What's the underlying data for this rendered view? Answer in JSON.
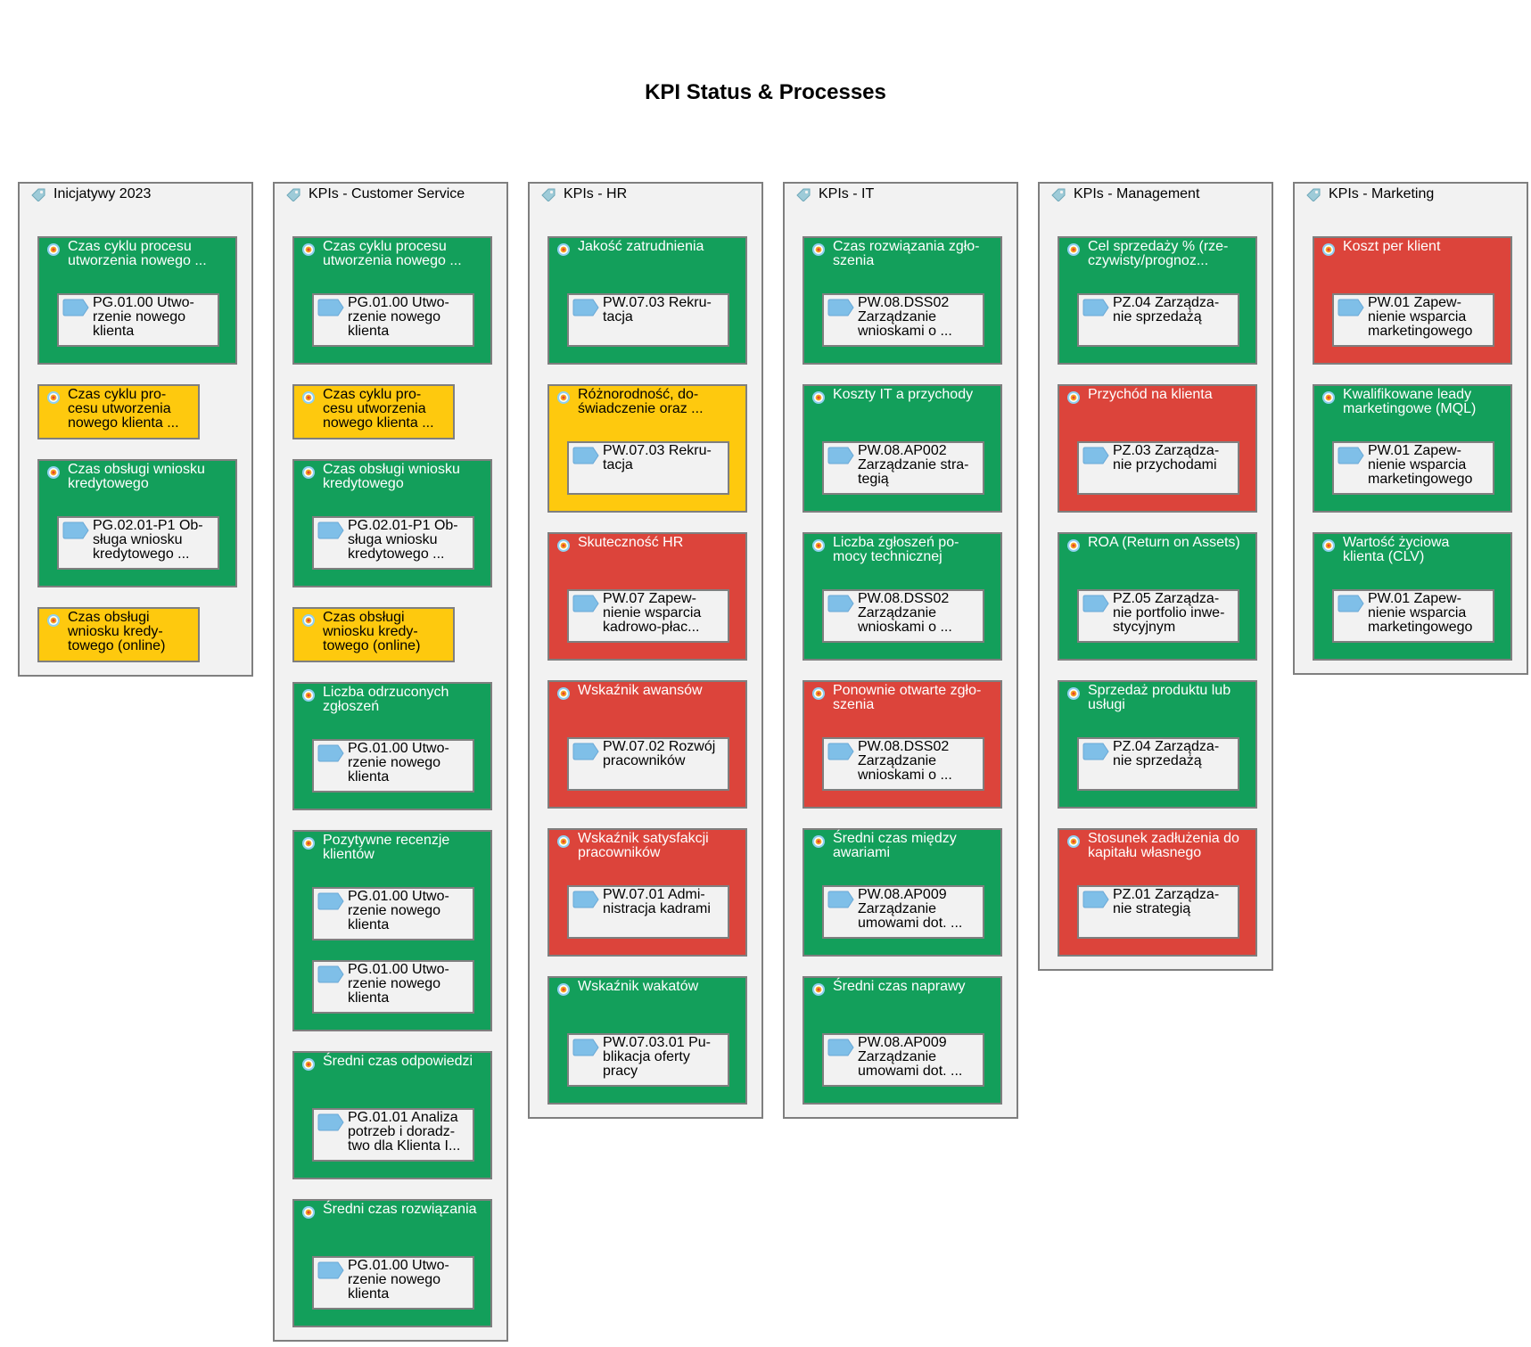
{
  "title": "KPI Status & Processes",
  "colors": {
    "green": "#139f5b",
    "red": "#dc443b",
    "yellow": "#fec90e",
    "box": "#f2f2f2",
    "border": "#7f7f7f",
    "process_icon": "#7fbfe8"
  },
  "icons": {
    "column": "tag-icon",
    "kpi": "target-icon",
    "process": "process-arrow-icon"
  },
  "columns": [
    {
      "name": "Inicjatywy 2023",
      "kpis": [
        {
          "title": "Czas cyklu procesu\nutworzenia nowego ...",
          "status": "green",
          "processes": [
            "PG.01.00 Utwo-\nrzenie nowego\nklienta"
          ]
        },
        {
          "title": "Czas cyklu pro-\ncesu utworzenia\nnowego klienta ...",
          "status": "yellow",
          "processes": []
        },
        {
          "title": "Czas obsługi wniosku\nkredytowego",
          "status": "green",
          "processes": [
            "PG.02.01-P1 Ob-\nsługa wniosku\nkredytowego ..."
          ]
        },
        {
          "title": "Czas obsługi\nwniosku kredy-\ntowego (online)",
          "status": "yellow",
          "processes": []
        }
      ]
    },
    {
      "name": "KPIs - Customer Service",
      "kpis": [
        {
          "title": "Czas cyklu procesu\nutworzenia nowego ...",
          "status": "green",
          "processes": [
            "PG.01.00 Utwo-\nrzenie nowego\nklienta"
          ]
        },
        {
          "title": "Czas cyklu pro-\ncesu utworzenia\nnowego klienta ...",
          "status": "yellow",
          "processes": []
        },
        {
          "title": "Czas obsługi wniosku\nkredytowego",
          "status": "green",
          "processes": [
            "PG.02.01-P1 Ob-\nsługa wniosku\nkredytowego ..."
          ]
        },
        {
          "title": "Czas obsługi\nwniosku kredy-\ntowego (online)",
          "status": "yellow",
          "processes": []
        },
        {
          "title": "Liczba odrzuconych\nzgłoszeń",
          "status": "green",
          "processes": [
            "PG.01.00 Utwo-\nrzenie nowego\nklienta"
          ]
        },
        {
          "title": "Pozytywne recenzje\nklientów",
          "status": "green",
          "processes": [
            "PG.01.00 Utwo-\nrzenie nowego\nklienta",
            "PG.01.00 Utwo-\nrzenie nowego\nklienta"
          ]
        },
        {
          "title": "Średni czas odpowiedzi",
          "status": "green",
          "processes": [
            "PG.01.01 Analiza\npotrzeb i doradz-\ntwo dla Klienta I..."
          ]
        },
        {
          "title": "Średni czas rozwiązania",
          "status": "green",
          "processes": [
            "PG.01.00 Utwo-\nrzenie nowego\nklienta"
          ]
        }
      ]
    },
    {
      "name": "KPIs - HR",
      "kpis": [
        {
          "title": "Jakość zatrudnienia",
          "status": "green",
          "processes": [
            "PW.07.03 Rekru-\ntacja"
          ]
        },
        {
          "title": "Różnorodność, do-\nświadczenie oraz ...",
          "status": "yellow",
          "processes": [
            "PW.07.03 Rekru-\ntacja"
          ]
        },
        {
          "title": "Skuteczność HR",
          "status": "red",
          "processes": [
            "PW.07 Zapew-\nnienie wsparcia\nkadrowo-płac..."
          ]
        },
        {
          "title": "Wskaźnik awansów",
          "status": "red",
          "processes": [
            "PW.07.02 Rozwój\npracowników"
          ]
        },
        {
          "title": "Wskaźnik satysfakcji\npracowników",
          "status": "red",
          "processes": [
            "PW.07.01 Admi-\nnistracja kadrami"
          ]
        },
        {
          "title": "Wskaźnik wakatów",
          "status": "green",
          "processes": [
            "PW.07.03.01 Pu-\nblikacja oferty\npracy"
          ]
        }
      ]
    },
    {
      "name": "KPIs - IT",
      "kpis": [
        {
          "title": "Czas rozwiązania zgło-\nszenia",
          "status": "green",
          "processes": [
            "PW.08.DSS02\nZarządzanie\nwnioskami o ..."
          ]
        },
        {
          "title": "Koszty IT a przychody",
          "status": "green",
          "processes": [
            "PW.08.AP002\nZarządzanie stra-\ntegią"
          ]
        },
        {
          "title": "Liczba zgłoszeń po-\nmocy technicznej",
          "status": "green",
          "processes": [
            "PW.08.DSS02\nZarządzanie\nwnioskami o ..."
          ]
        },
        {
          "title": "Ponownie otwarte zgło-\nszenia",
          "status": "red",
          "processes": [
            "PW.08.DSS02\nZarządzanie\nwnioskami o ..."
          ]
        },
        {
          "title": "Średni czas między\nawariami",
          "status": "green",
          "processes": [
            "PW.08.AP009\nZarządzanie\numowami dot. ..."
          ]
        },
        {
          "title": "Średni czas naprawy",
          "status": "green",
          "processes": [
            "PW.08.AP009\nZarządzanie\numowami dot. ..."
          ]
        }
      ]
    },
    {
      "name": "KPIs - Management",
      "kpis": [
        {
          "title": "Cel sprzedaży % (rze-\nczywisty/prognoz...",
          "status": "green",
          "processes": [
            "PZ.04 Zarządza-\nnie sprzedażą"
          ]
        },
        {
          "title": "Przychód na klienta",
          "status": "red",
          "processes": [
            "PZ.03 Zarządza-\nnie przychodami"
          ]
        },
        {
          "title": "ROA (Return on Assets)",
          "status": "green",
          "processes": [
            "PZ.05 Zarządza-\nnie portfolio inwe-\nstycyjnym"
          ]
        },
        {
          "title": "Sprzedaż produktu lub\nusługi",
          "status": "green",
          "processes": [
            "PZ.04 Zarządza-\nnie sprzedażą"
          ]
        },
        {
          "title": "Stosunek zadłużenia do\nkapitału własnego",
          "status": "red",
          "processes": [
            "PZ.01 Zarządza-\nnie strategią"
          ]
        }
      ]
    },
    {
      "name": "KPIs - Marketing",
      "kpis": [
        {
          "title": "Koszt per klient",
          "status": "red",
          "processes": [
            "PW.01 Zapew-\nnienie wsparcia\nmarketingowego"
          ]
        },
        {
          "title": "Kwalifikowane leady\nmarketingowe (MQL)",
          "status": "green",
          "processes": [
            "PW.01 Zapew-\nnienie wsparcia\nmarketingowego"
          ]
        },
        {
          "title": "Wartość życiowa\nklienta (CLV)",
          "status": "green",
          "processes": [
            "PW.01 Zapew-\nnienie wsparcia\nmarketingowego"
          ]
        }
      ]
    }
  ]
}
